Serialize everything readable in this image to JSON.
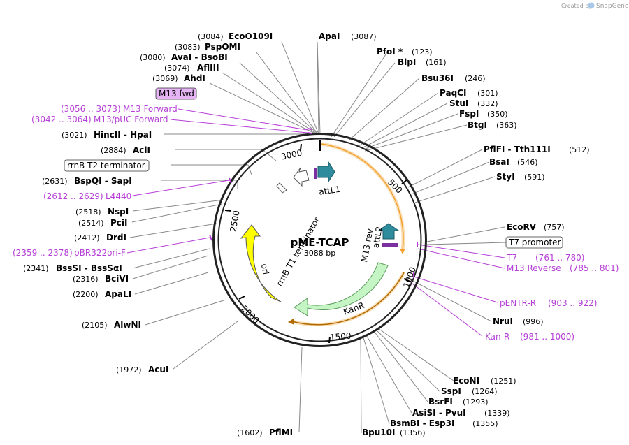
{
  "credit": {
    "created_by": "Created by",
    "brand": "SnapGene",
    "icon": "snapgene-logo-icon"
  },
  "plasmid": {
    "name": "pME-TCAP",
    "length": "3088 bp"
  },
  "colors": {
    "backbone": "#222222",
    "primer": "#b53ed6",
    "ori": "#ffff00",
    "kanr": "#c5f5c5",
    "att": "#2f8c9c",
    "orf": "#f2a12e",
    "line": "#888888"
  },
  "ticks": [
    "500",
    "1000",
    "1500",
    "2000",
    "2500",
    "3000"
  ],
  "sites": [
    {
      "name": "ApaI",
      "pos": "(3087)"
    },
    {
      "name": "EcoO109I",
      "pos": "(3084)"
    },
    {
      "name": "PspOMI",
      "pos": "(3083)"
    },
    {
      "name": "AvaI  -  BsoBI",
      "pos": "(3080)"
    },
    {
      "name": "AflIII",
      "pos": "(3074)"
    },
    {
      "name": "AhdI",
      "pos": "(3069)"
    },
    {
      "name": "HincII  -  HpaI",
      "pos": "(3021)"
    },
    {
      "name": "AclI",
      "pos": "(2884)"
    },
    {
      "name": "BspQI  -  SapI",
      "pos": "(2631)"
    },
    {
      "name": "NspI",
      "pos": "(2518)"
    },
    {
      "name": "PciI",
      "pos": "(2514)"
    },
    {
      "name": "DrdI",
      "pos": "(2412)"
    },
    {
      "name": "BssSI  -  BssSαI",
      "pos": "(2341)"
    },
    {
      "name": "BciVI",
      "pos": "(2316)"
    },
    {
      "name": "ApaLI",
      "pos": "(2200)"
    },
    {
      "name": "AlwNI",
      "pos": "(2105)"
    },
    {
      "name": "AcuI",
      "pos": "(1972)"
    },
    {
      "name": "PflMI",
      "pos": "(1602)"
    },
    {
      "name": "PfoI *",
      "pos": "(123)"
    },
    {
      "name": "BlpI",
      "pos": "(161)"
    },
    {
      "name": "Bsu36I",
      "pos": "(246)"
    },
    {
      "name": "PaqCI",
      "pos": "(301)"
    },
    {
      "name": "StuI",
      "pos": "(332)"
    },
    {
      "name": "FspI",
      "pos": "(350)"
    },
    {
      "name": "BtgI",
      "pos": "(363)"
    },
    {
      "name": "PflFI  -  Tth111I",
      "pos": "(512)"
    },
    {
      "name": "BsaI",
      "pos": "(546)"
    },
    {
      "name": "StyI",
      "pos": "(591)"
    },
    {
      "name": "EcoRV",
      "pos": "(757)"
    },
    {
      "name": "NruI",
      "pos": "(996)"
    },
    {
      "name": "EcoNI",
      "pos": "(1251)"
    },
    {
      "name": "SspI",
      "pos": "(1264)"
    },
    {
      "name": "BsrFI",
      "pos": "(1293)"
    },
    {
      "name": "AsiSI  -  PvuI",
      "pos": "(1339)"
    },
    {
      "name": "BsmBI  -  Esp3I",
      "pos": "(1355)"
    },
    {
      "name": "Bpu10I",
      "pos": "(1356)"
    }
  ],
  "primers": [
    {
      "name": "M13 Forward",
      "range": "(3056 .. 3073)"
    },
    {
      "name": "M13/pUC Forward",
      "range": "(3042 .. 3064)"
    },
    {
      "name": "L4440",
      "range": "(2612 .. 2629)"
    },
    {
      "name": "pBR322ori-F",
      "range": "(2359 .. 2378)"
    },
    {
      "name": "T7",
      "range": "(761 .. 780)"
    },
    {
      "name": "M13 Reverse",
      "range": "(785 .. 801)"
    },
    {
      "name": "pENTR-R",
      "range": "(903 .. 922)"
    },
    {
      "name": "Kan-R",
      "range": "(981 .. 1000)"
    }
  ],
  "boxed_labels": {
    "m13_fwd": "M13 fwd",
    "rrnb_t2": "rrnB T2 terminator",
    "t7_promoter": "T7 promoter"
  },
  "features": {
    "attl1": "attL1",
    "attl2": "attL2",
    "m13_rev": "M13 rev",
    "kanr": "KanR",
    "ori": "ori",
    "rrnb_t1": "rrnB T1 terminator"
  }
}
